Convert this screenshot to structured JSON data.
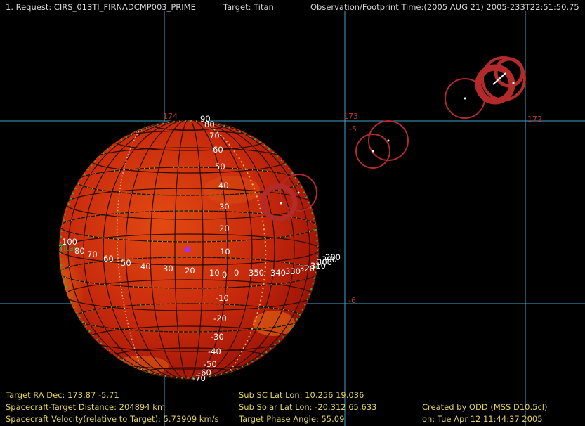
{
  "header": {
    "request": "1. Request: CIRS_013TI_FIRNADCMP003_PRIME",
    "target": "Target: Titan",
    "obs_time": "Observation/Footprint Time:(2005 AUG 21) 2005-233T22:51:50.75"
  },
  "grid_labels": {
    "ra_174": "174",
    "ra_173": "173",
    "ra_172": "172",
    "dec_minus5": "-5",
    "dec_minus6": "-6"
  },
  "planet": {
    "name_label": "Titan",
    "lat_labels": [
      "90",
      "80",
      "70",
      "60",
      "50",
      "40",
      "30",
      "20",
      "10",
      "0",
      "-10",
      "-20",
      "-30",
      "-40",
      "-50",
      "-60",
      "-70"
    ],
    "lon_labels": [
      "100",
      "80",
      "70",
      "60",
      "50",
      "40",
      "30",
      "20",
      "10",
      "0",
      "350",
      "340",
      "330",
      "320",
      "310",
      "300",
      "290",
      "280"
    ]
  },
  "footer": {
    "ra_dec": "Target RA Dec: 173.87  -5.71",
    "distance": "Spacecraft-Target Distance:  204894 km",
    "velocity": "Spacecraft Velocity(relative to Target): 5.73909 km/s",
    "sub_sc": "Sub SC Lat Lon: 10.256  19.036",
    "sub_solar": "Sub Solar Lat Lon: -20.312  65.633",
    "phase": "Target Phase Angle: 55.09",
    "created_by": "Created by ODD (MSS D10.5cl)",
    "created_on": "on: Tue Apr 12 11:44:37 2005"
  },
  "colors": {
    "grid": "#3aa6c8",
    "label_red": "#c03030",
    "footprint": "#b32a2a",
    "planet_base": "#c9280c",
    "footer_text": "#e0d060"
  }
}
